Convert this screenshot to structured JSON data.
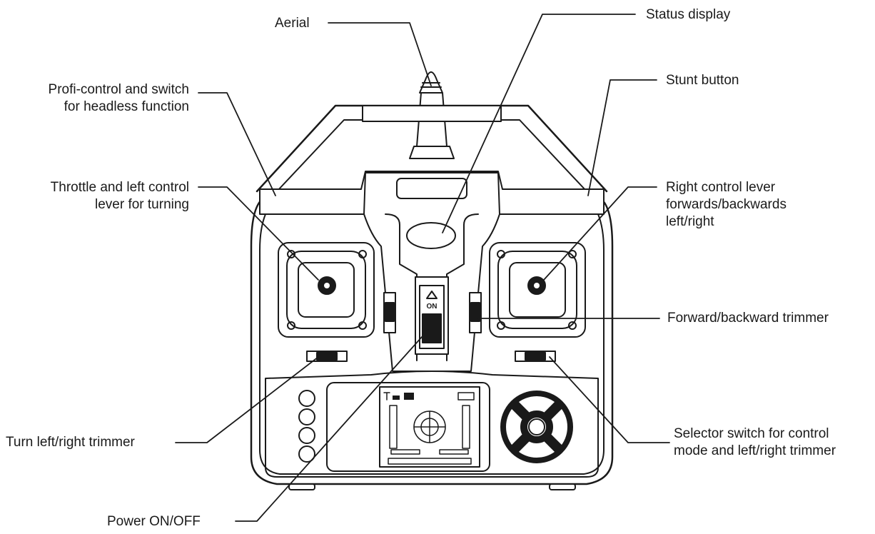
{
  "labels": {
    "aerial": "Aerial",
    "status_display": "Status display",
    "profi_control": "Profi-control and switch\nfor headless function",
    "stunt_button": "Stunt button",
    "throttle_left": "Throttle and left control\nlever for turning",
    "right_lever": "Right control lever\nforwards/backwards\nleft/right",
    "fwd_bwd_trimmer": "Forward/backward trimmer",
    "turn_trimmer": "Turn left/right trimmer",
    "selector_switch": "Selector switch for control\nmode and left/right trimmer",
    "power": "Power ON/OFF"
  },
  "device": {
    "power_switch_text": "ON"
  }
}
